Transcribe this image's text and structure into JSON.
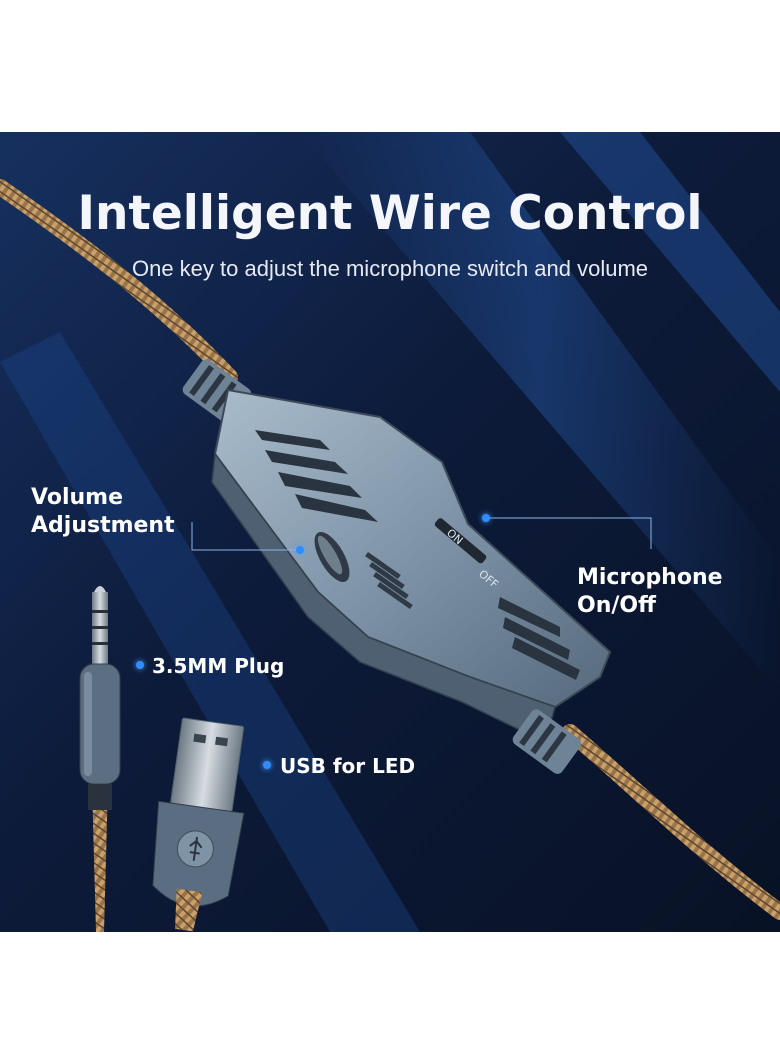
{
  "title": "Intelligent Wire Control",
  "subtitle": "One key to adjust the microphone switch and volume",
  "callouts": {
    "volume_line1": "Volume",
    "volume_line2": "Adjustment",
    "mic_line1": "Microphone",
    "mic_line2": "On/Off",
    "plug": "3.5MM Plug",
    "usb": "USB for LED"
  },
  "switch_labels": {
    "on": "ON",
    "off": "OFF"
  },
  "colors": {
    "background": "#0b1530",
    "accent": "#2f8dff",
    "controller": "#8ea2b4",
    "cable": "#b08a5c"
  }
}
